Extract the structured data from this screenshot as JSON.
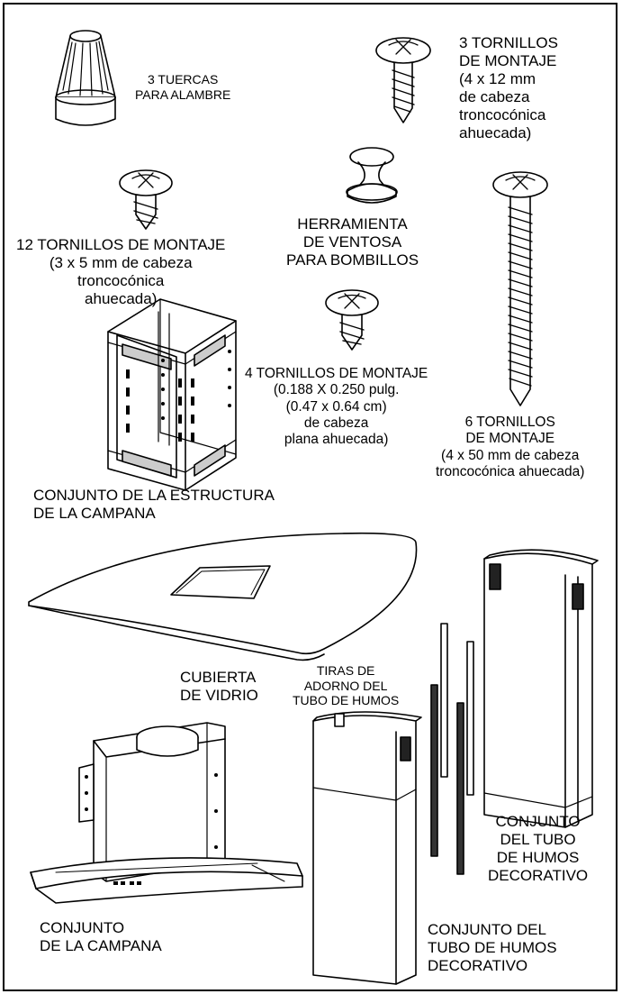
{
  "labels": {
    "wire_nuts": "3 TUERCAS\nPARA ALAMBRE",
    "screws_4x12": "3 TORNILLOS\nDE MONTAJE\n(4 x 12 mm\nde cabeza\ntroncocónica\nahuecada)",
    "suction_tool": "HERRAMIENTA\nDE VENTOSA\nPARA BOMBILLOS",
    "screws_3x5": "12 TORNILLOS DE MONTAJE\n(3 x 5 mm de cabeza\ntroncocónica\nahuecada)",
    "screws_0188": "4 TORNILLOS DE MONTAJE\n(0.188 X 0.250 pulg.\n(0.47 x 0.64 cm)\nde cabeza\nplana ahuecada)",
    "screws_4x50": "6 TORNILLOS\nDE MONTAJE\n(4 x 50 mm de cabeza\ntroncocónica ahuecada)",
    "frame_assembly": "CONJUNTO DE LA ESTRUCTURA\nDE LA CAMPANA",
    "glass_canopy": "CUBIERTA\nDE VIDRIO",
    "trim_strips": "TIRAS DE\nADORNO DEL\nTUBO DE HUMOS",
    "chimney_upper": "CONJUNTO\nDEL TUBO\nDE HUMOS\nDECORATIVO",
    "hood_assembly": "CONJUNTO\nDE LA CAMPANA",
    "chimney_lower": "CONJUNTO DEL\nTUBO DE HUMOS\nDECORATIVO"
  }
}
